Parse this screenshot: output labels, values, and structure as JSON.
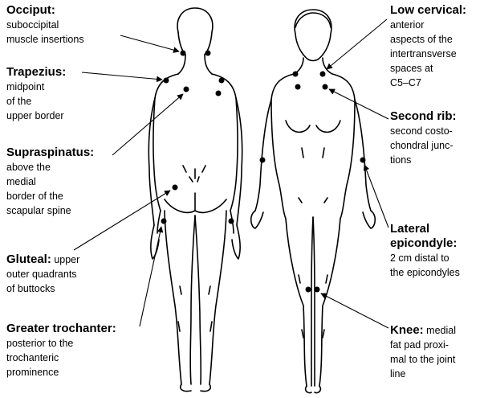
{
  "labels": {
    "occiput": {
      "head": "Occiput:",
      "lines": [
        "suboccipital",
        "muscle insertions"
      ]
    },
    "trapezius": {
      "head": "Trapezius:",
      "lines": [
        "midpoint",
        "of the",
        "upper border"
      ]
    },
    "supraspinatus": {
      "head": "Supraspinatus:",
      "lines": [
        "above the",
        "medial",
        "border of the",
        "scapular spine"
      ]
    },
    "gluteal": {
      "head": "Gluteal:",
      "inline": "upper",
      "lines": [
        "outer quadrants",
        "of buttocks"
      ]
    },
    "trochanter": {
      "head": "Greater trochanter:",
      "lines": [
        "posterior to the",
        "trochanteric",
        "prominence"
      ]
    },
    "cervical": {
      "head": "Low cervical:",
      "lines": [
        "anterior",
        "aspects of the",
        "intertransverse",
        "spaces at",
        "C5–C7"
      ]
    },
    "secondrib": {
      "head": "Second rib:",
      "lines": [
        "second costo-",
        "chondral junc-",
        "tions"
      ]
    },
    "epicondyle": {
      "head": "Lateral",
      "head2": "epicondyle:",
      "lines": [
        "2 cm distal to",
        "the epicondyles"
      ]
    },
    "knee": {
      "head": "Knee:",
      "inline": "medial",
      "lines": [
        "fat pad proxi-",
        "mal to the joint",
        "line"
      ]
    }
  }
}
